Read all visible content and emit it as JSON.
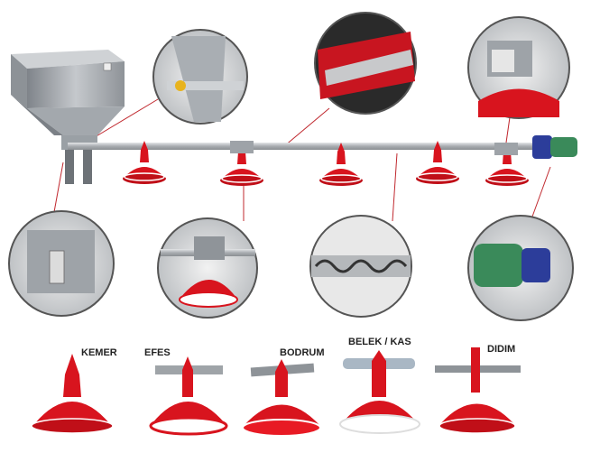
{
  "products": [
    {
      "name": "KEMER"
    },
    {
      "name": "EFES"
    },
    {
      "name": "BODRUM"
    },
    {
      "name": "BELEK / KAS"
    },
    {
      "name": "DIDIM"
    }
  ],
  "colors": {
    "feeder_red": "#d8141e",
    "pipe": "#b9bcc0",
    "leader": "#c0282e",
    "hopper": "#9ea3a8",
    "motor": "#3a8a5a",
    "gearbox": "#2c3d9a"
  }
}
